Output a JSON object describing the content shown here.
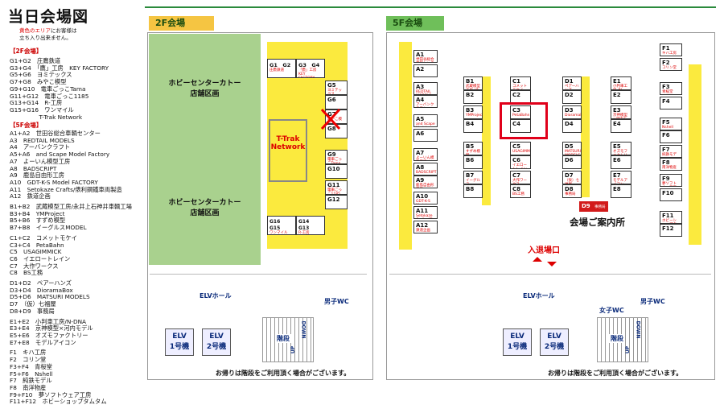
{
  "title": "当日会場図",
  "notice": {
    "highlight": "黄色のエリア",
    "rest_line1": "にお客様は",
    "line2": "立ち入り出来ません。"
  },
  "legend": {
    "floor2_heading": "【2F会場】",
    "floor2_items": [
      "G1+G2　庄鷹鉄道",
      "G3+G4　「鷹」工房　KEY FACTORY",
      "G5+G6　ヨミテックス",
      "G7+G8　みやこ模型",
      "G9+G10　電車ごっこTama",
      "G11+G12　電車ごっこ1185",
      "G13+G14　R-工房",
      "G15+G16　ワンマイル",
      "　　　　　T-Trak Network"
    ],
    "floor5_heading": "【5F会場】",
    "groups": [
      [
        "A1+A2　世田谷総合車輌センター",
        "A3　REDTAIL MODELS",
        "A4　アーバンクラフト",
        "A5+A6　and Scape Model Factory",
        "A7　よーいん模型工房",
        "A8　BADSCRIPT",
        "A9　鹿島自由形工房",
        "A10　GDT-K-S Model FACTORY",
        "A11　Setokaze Crafts/俵利鋼鐵車両製造",
        "A12　鉄道企画"
      ],
      [
        "B1+B2　武蔵模型工房/永井上石神井車輌工場",
        "B3+B4　YMProject",
        "B5+B6　すずめ模型",
        "B7+B8　イーグルスMODEL"
      ],
      [
        "C1+C2　コメットモケイ",
        "C3+C4　PetaBahn",
        "C5　USAGIMMICK",
        "C6　イエロートレイン",
        "C7　大作ワークス",
        "C8　BS工務"
      ],
      [
        "D1+D2　ペアーハンズ",
        "D3+D4　DioramaBox",
        "D5+D6　MATSURI MODELS",
        "D7　（仮）七福屋",
        "D8+D9　事務局"
      ],
      [
        "E1+E2　小判車工房/N-DNA",
        "E3+E4　京神模型×河内モデル",
        "E5+E6　オズモファクトリー",
        "E7+E8　モデルアイコン"
      ],
      [
        "F1　キハ工房",
        "F2　コリン堂",
        "F3+F4　青桜堂",
        "F5+F6　Nshell",
        "F7　純鉄モデル",
        "F8　南洋物産",
        "F9+F10　夢ソフトウェア工房",
        "F11+F12　ホビーショップタムタム"
      ]
    ]
  },
  "floor2": {
    "tag": "2F会場",
    "tenant_top": [
      "ホビーセンターカトー",
      "店舗区画"
    ],
    "tenant_bottom": [
      "ホビーセンターカトー",
      "店舗区画"
    ],
    "ttrak": [
      "T-Trak",
      "Network"
    ],
    "booths": [
      {
        "id": "G1　G2",
        "name": "庄鷹鉄道"
      },
      {
        "id": "G3　G4",
        "name": "「鷹」工房 KEY FACTORY"
      },
      {
        "id": "G5",
        "name": "ヨミテックス"
      },
      {
        "id": "G6",
        "name": ""
      },
      {
        "id": "G7",
        "name": "みやこ模型"
      },
      {
        "id": "G8",
        "name": ""
      },
      {
        "id": "G9",
        "name": "電車ごっこTama"
      },
      {
        "id": "G10",
        "name": ""
      },
      {
        "id": "G11",
        "name": "電車ごっこ1185"
      },
      {
        "id": "G12",
        "name": ""
      },
      {
        "id": "G16　G15",
        "name": "ワンマイル"
      },
      {
        "id": "G14　G13",
        "name": "R-工房"
      }
    ],
    "elv_hall": "ELVホール",
    "mens_wc": "男子WC",
    "elv1": [
      "ELV",
      "1号機"
    ],
    "elv2": [
      "ELV",
      "2号機"
    ],
    "stairs": "階段",
    "up": "UP",
    "down": "DOWN",
    "footer": "お帰りは階段をご利用頂く場合がございます。"
  },
  "floor5": {
    "tag": "5F会場",
    "colA": [
      {
        "id": "A1",
        "name": "世田谷総合車輌センター"
      },
      {
        "id": "A2",
        "name": ""
      },
      {
        "id": "A3",
        "name": "REDTAIL MODELS"
      },
      {
        "id": "A4",
        "name": "アーバンクラフト"
      },
      {
        "id": "A5",
        "name": "and Scape Model Factory"
      },
      {
        "id": "A6",
        "name": ""
      },
      {
        "id": "A7",
        "name": "よーいん模型工房"
      },
      {
        "id": "A8",
        "name": "BADSCRIPT"
      },
      {
        "id": "A9",
        "name": "鹿島自由形工房"
      },
      {
        "id": "A10",
        "name": "GDT-K-S Model FACTORY"
      },
      {
        "id": "A11",
        "name": "Setokaze Crafts /俵利鋼鐵車両製造"
      },
      {
        "id": "A12",
        "name": "鉄道企画"
      }
    ],
    "colB": [
      {
        "id": "B1",
        "name": "武蔵模型工房 /永井上石神井車輌工場"
      },
      {
        "id": "B2",
        "name": ""
      },
      {
        "id": "B3",
        "name": "YMProject"
      },
      {
        "id": "B4",
        "name": ""
      },
      {
        "id": "B5",
        "name": "すずめ模型"
      },
      {
        "id": "B6",
        "name": ""
      },
      {
        "id": "B7",
        "name": "イーグルス MODEL"
      },
      {
        "id": "B8",
        "name": ""
      }
    ],
    "colC": [
      {
        "id": "C1",
        "name": "コメットモケイ"
      },
      {
        "id": "C2",
        "name": ""
      },
      {
        "id": "C3",
        "name": "PetaBahn"
      },
      {
        "id": "C4",
        "name": ""
      },
      {
        "id": "C5",
        "name": "USAGIMMICK"
      },
      {
        "id": "C6",
        "name": "イエロートレイン"
      },
      {
        "id": "C7",
        "name": "大作ワークス"
      },
      {
        "id": "C8",
        "name": "BS工務"
      }
    ],
    "colD": [
      {
        "id": "D1",
        "name": "ペアーハンズ"
      },
      {
        "id": "D2",
        "name": ""
      },
      {
        "id": "D3",
        "name": "DioramaBox"
      },
      {
        "id": "D4",
        "name": ""
      },
      {
        "id": "D5",
        "name": "MATSURI MODELS"
      },
      {
        "id": "D6",
        "name": ""
      },
      {
        "id": "D7",
        "name": "（仮）七福屋"
      },
      {
        "id": "D8",
        "name": "事務局"
      }
    ],
    "d9": {
      "id": "D9",
      "name": "事務局"
    },
    "colE": [
      {
        "id": "E1",
        "name": "小判車工房 /N-DNA"
      },
      {
        "id": "E2",
        "name": ""
      },
      {
        "id": "E3",
        "name": "京神模型×河内モデル"
      },
      {
        "id": "E4",
        "name": ""
      },
      {
        "id": "E5",
        "name": "オズモファクトリー"
      },
      {
        "id": "E6",
        "name": ""
      },
      {
        "id": "E7",
        "name": "モデルアイコン"
      },
      {
        "id": "E8",
        "name": ""
      }
    ],
    "colF": [
      {
        "id": "F1",
        "name": "キハ工房"
      },
      {
        "id": "F2",
        "name": "コリン堂"
      },
      {
        "id": "F3",
        "name": "青桜堂"
      },
      {
        "id": "F4",
        "name": ""
      },
      {
        "id": "F5",
        "name": "Nshell"
      },
      {
        "id": "F6",
        "name": ""
      },
      {
        "id": "F7",
        "name": "純鉄モデル"
      },
      {
        "id": "F8",
        "name": "南洋物産"
      },
      {
        "id": "F9",
        "name": "夢ソフトウェア工房"
      },
      {
        "id": "F10",
        "name": ""
      },
      {
        "id": "F11",
        "name": "ホビーショップタムタム"
      },
      {
        "id": "F12",
        "name": ""
      }
    ],
    "info_desk": "会場ご案内所",
    "entrance": "入退場口",
    "elv_hall": "ELVホール",
    "mens_wc": "男子WC",
    "womens_wc": "女子WC",
    "elv1": [
      "ELV",
      "1号機"
    ],
    "elv2": [
      "ELV",
      "2号機"
    ],
    "stairs": "階段",
    "up": "UP",
    "down": "DOWN",
    "footer": "お帰りは階段をご利用頂く場合がございます。"
  }
}
